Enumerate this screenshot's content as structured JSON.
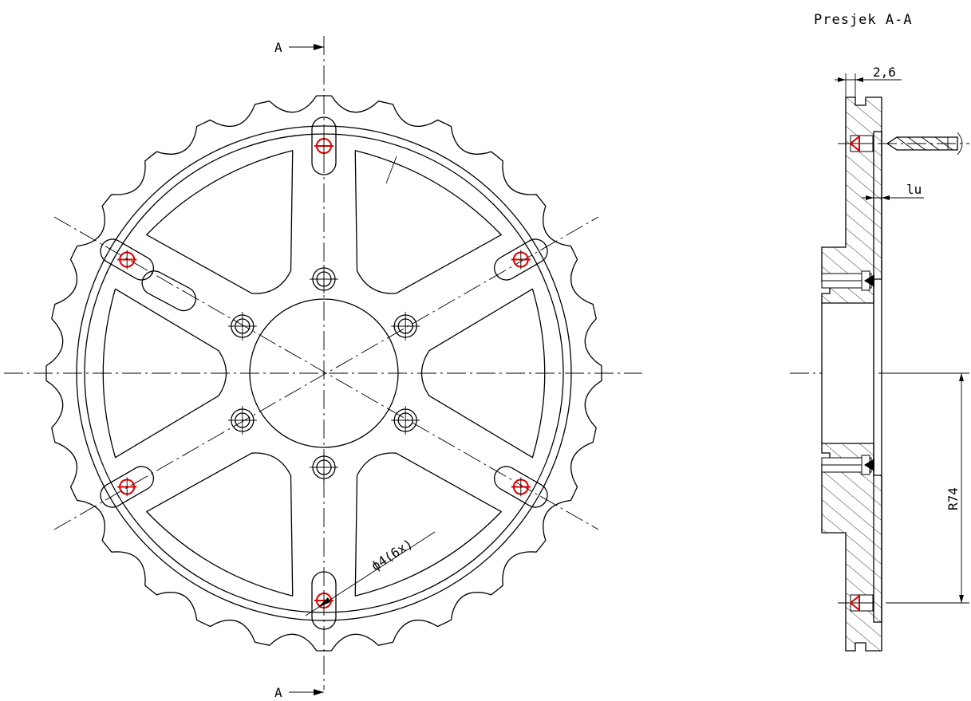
{
  "section_marker_top": "A",
  "section_marker_bottom": "A",
  "section_title": "Presjek A-A",
  "dim_thickness": "2,6",
  "dim_lu": "lu",
  "dim_radius": "R74",
  "dim_hole": "ϕ4(6x)",
  "colors": {
    "line": "#000000",
    "highlight": "#e00000",
    "background": "#ffffff"
  }
}
